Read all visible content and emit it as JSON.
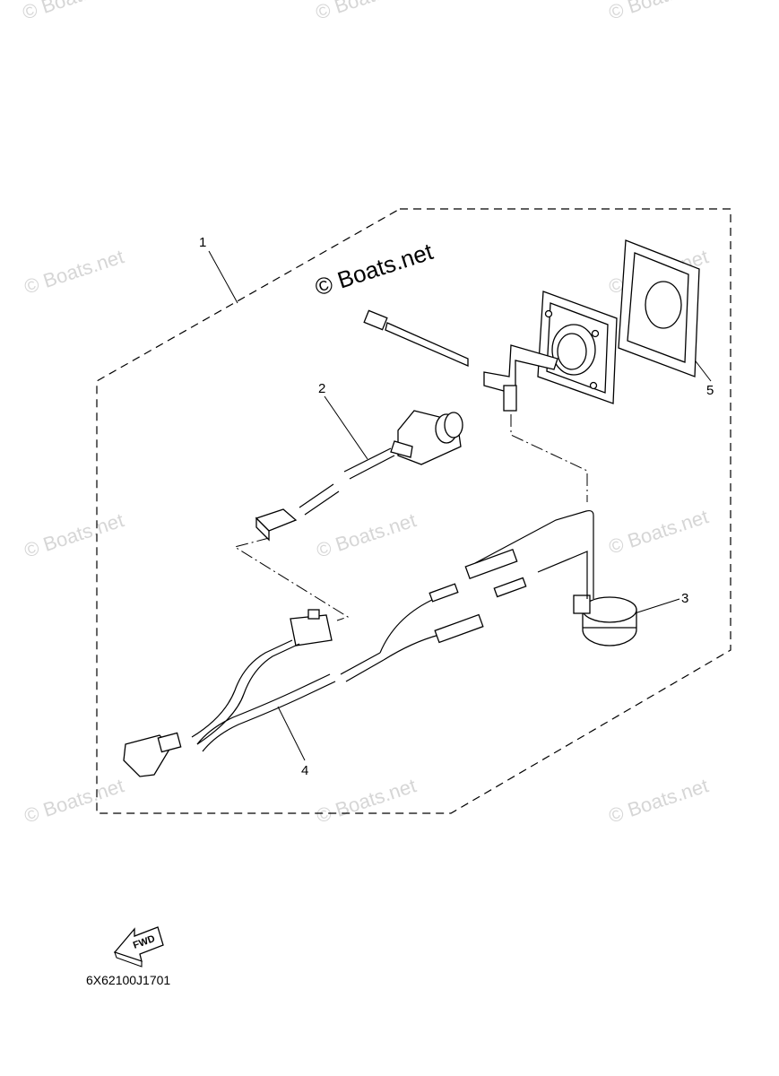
{
  "watermark": {
    "main": "© Boats.net",
    "repeat": "© Boats.net"
  },
  "callouts": [
    "1",
    "2",
    "3",
    "4",
    "5"
  ],
  "diagram_code": "6X62100J1701",
  "fwd_label": "FWD",
  "colors": {
    "line": "#000000",
    "watermark": "#d6d6d6",
    "background": "#ffffff"
  }
}
